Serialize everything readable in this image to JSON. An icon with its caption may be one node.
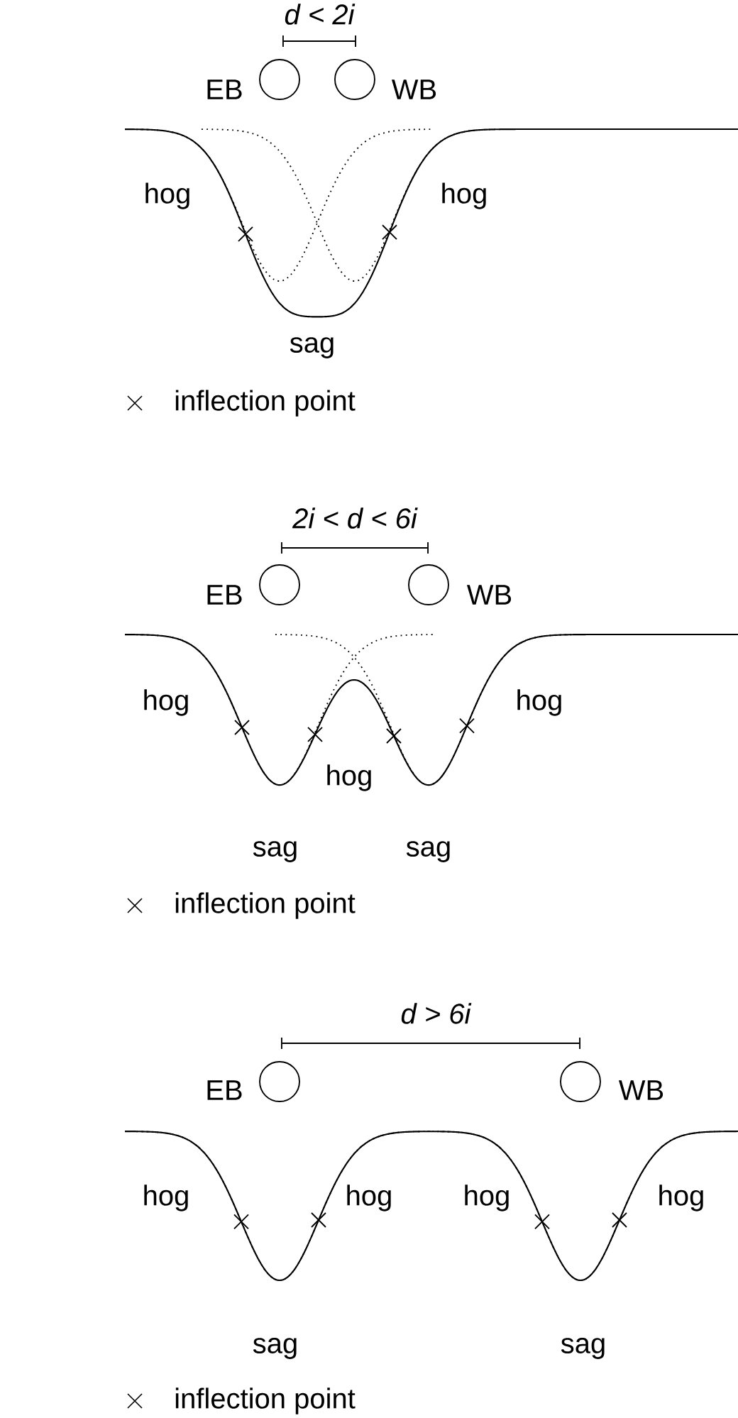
{
  "diagram": {
    "labels": [
      "d < 2i",
      "EB",
      "WB",
      "hog",
      "hog",
      "sag",
      "2i < d < 6i",
      "EB",
      "WB",
      "hog",
      "hog",
      "hog",
      "sag",
      "sag",
      "d > 6i",
      "EB",
      "WB",
      "hog",
      "hog",
      "hog",
      "hog",
      "sag",
      "sag"
    ],
    "legend": [
      {
        "text": "inflection point"
      },
      {
        "text": "inflection point"
      },
      {
        "text": "inflection point"
      }
    ]
  }
}
